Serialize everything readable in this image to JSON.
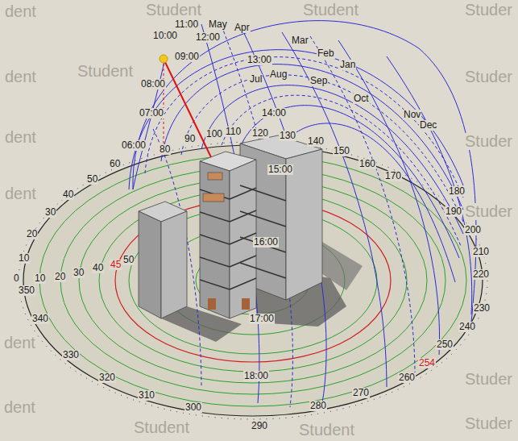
{
  "diagram": {
    "labels": [
      "dent",
      "Student",
      "Student",
      "Studer",
      "dent",
      "Student",
      "Studer",
      "dent",
      "Studer",
      "dent",
      "Studer",
      "dent",
      "Studer",
      "dent",
      "Student",
      "Student",
      "Studer",
      "11:00",
      "10:00",
      "12:00",
      "May",
      "Apr",
      "Mar",
      "Feb",
      "Jan",
      "09:00",
      "13:00",
      "Jul",
      "Aug",
      "Sep",
      "08:00",
      "Oct",
      "Nov",
      "Dec",
      "07:00",
      "14:00",
      "06:00",
      "15:00",
      "16:00",
      "17:00",
      "18:00",
      "0",
      "10",
      "20",
      "30",
      "40",
      "50",
      "60",
      "80",
      "90",
      "100",
      "110",
      "120",
      "130",
      "140",
      "150",
      "160",
      "170",
      "180",
      "190",
      "200",
      "210",
      "220",
      "230",
      "240",
      "250",
      "254",
      "260",
      "270",
      "280",
      "290",
      "300",
      "310",
      "320",
      "330",
      "340",
      "350",
      "10",
      "20",
      "30",
      "40",
      "45",
      "50"
    ]
  }
}
